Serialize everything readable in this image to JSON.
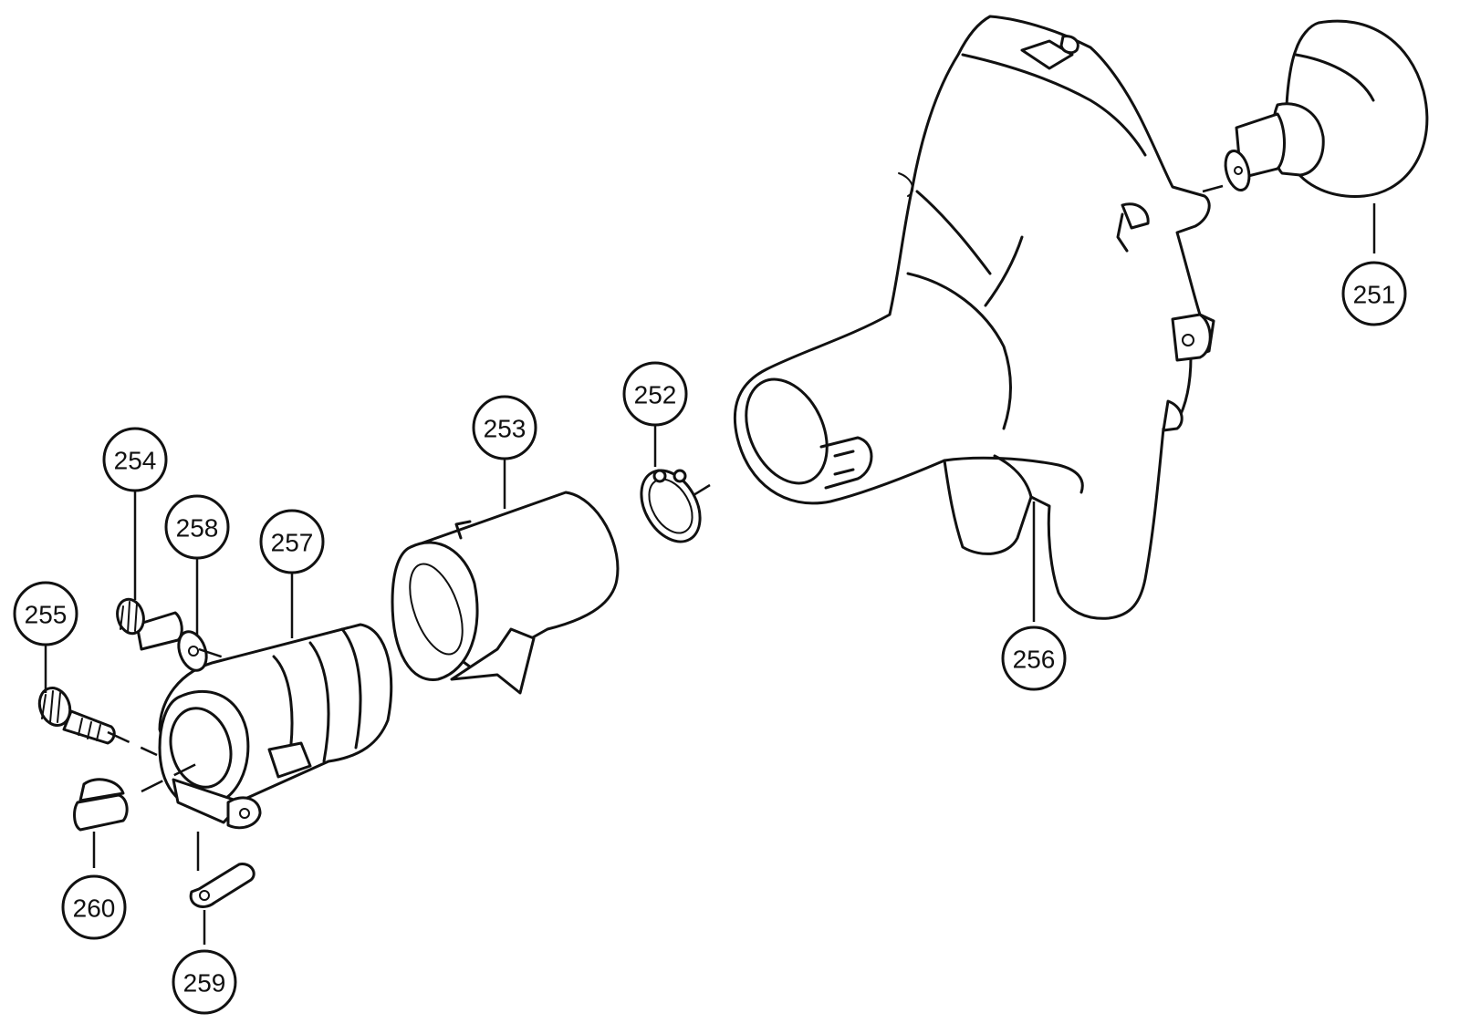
{
  "callouts": {
    "c251": "251",
    "c252": "252",
    "c253": "253",
    "c254": "254",
    "c255": "255",
    "c256": "256",
    "c257": "257",
    "c258": "258",
    "c259": "259",
    "c260": "260"
  }
}
